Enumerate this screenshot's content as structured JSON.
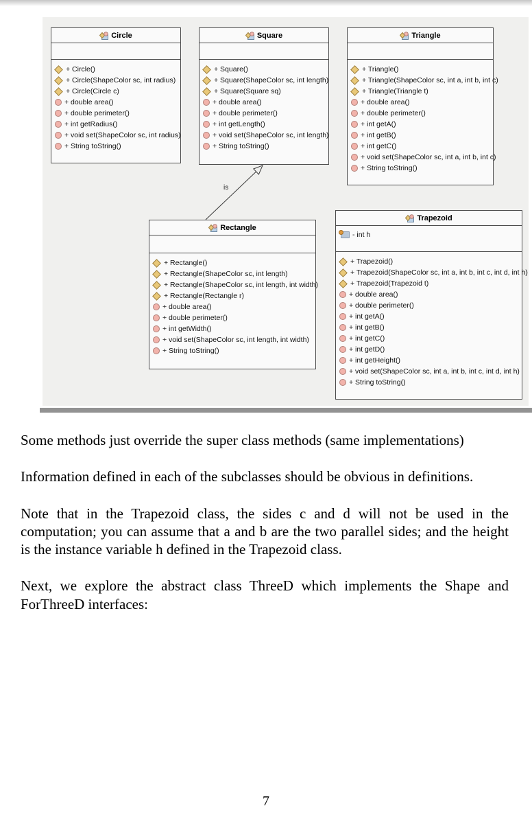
{
  "page": {
    "number": "7",
    "paragraphs": [
      "Some methods just override the super class methods (same implementations)",
      "Information defined in each of the subclasses should be obvious in definitions.",
      "Note that in the Trapezoid class, the sides c and d will not be used in the computation; you can assume that a and b are the two parallel sides; and the height is the instance variable h defined in the Trapezoid class.",
      "Next, we explore the abstract class ThreeD which implements the Shape and ForThreeD interfaces:"
    ]
  },
  "diagram": {
    "relationship_label": "is",
    "classes": [
      {
        "name": "Circle",
        "fields": [],
        "methods": [
          {
            "kind": "ctor",
            "text": "+ Circle()"
          },
          {
            "kind": "ctor",
            "text": "+ Circle(ShapeColor sc, int radius)"
          },
          {
            "kind": "ctor",
            "text": "+ Circle(Circle c)"
          },
          {
            "kind": "method",
            "text": "+ double area()"
          },
          {
            "kind": "method",
            "text": "+ double perimeter()"
          },
          {
            "kind": "method",
            "text": "+ int getRadius()"
          },
          {
            "kind": "method",
            "text": "+ void set(ShapeColor sc, int radius)"
          },
          {
            "kind": "method",
            "text": "+ String toString()"
          }
        ]
      },
      {
        "name": "Square",
        "fields": [],
        "methods": [
          {
            "kind": "ctor",
            "text": "+ Square()"
          },
          {
            "kind": "ctor",
            "text": "+ Square(ShapeColor sc, int length)"
          },
          {
            "kind": "ctor",
            "text": "+ Square(Square sq)"
          },
          {
            "kind": "method",
            "text": "+ double area()"
          },
          {
            "kind": "method",
            "text": "+ double perimeter()"
          },
          {
            "kind": "method",
            "text": "+ int getLength()"
          },
          {
            "kind": "method",
            "text": "+ void set(ShapeColor sc, int length)"
          },
          {
            "kind": "method",
            "text": "+ String toString()"
          }
        ]
      },
      {
        "name": "Triangle",
        "fields": [],
        "methods": [
          {
            "kind": "ctor",
            "text": "+ Triangle()"
          },
          {
            "kind": "ctor",
            "text": "+ Triangle(ShapeColor sc, int a, int b, int c)"
          },
          {
            "kind": "ctor",
            "text": "+ Triangle(Triangle t)"
          },
          {
            "kind": "method",
            "text": "+ double area()"
          },
          {
            "kind": "method",
            "text": "+ double perimeter()"
          },
          {
            "kind": "method",
            "text": "+ int getA()"
          },
          {
            "kind": "method",
            "text": "+ int getB()"
          },
          {
            "kind": "method",
            "text": "+ int getC()"
          },
          {
            "kind": "method",
            "text": "+ void set(ShapeColor sc, int a, int b, int c)"
          },
          {
            "kind": "method",
            "text": "+ String toString()"
          }
        ]
      },
      {
        "name": "Rectangle",
        "fields": [],
        "methods": [
          {
            "kind": "ctor",
            "text": "+ Rectangle()"
          },
          {
            "kind": "ctor",
            "text": "+ Rectangle(ShapeColor sc, int length)"
          },
          {
            "kind": "ctor",
            "text": "+ Rectangle(ShapeColor sc, int length, int width)"
          },
          {
            "kind": "ctor",
            "text": "+ Rectangle(Rectangle r)"
          },
          {
            "kind": "method",
            "text": "+ double area()"
          },
          {
            "kind": "method",
            "text": "+ double perimeter()"
          },
          {
            "kind": "method",
            "text": "+ int getWidth()"
          },
          {
            "kind": "method",
            "text": "+ void set(ShapeColor sc, int length, int width)"
          },
          {
            "kind": "method",
            "text": "+ String toString()"
          }
        ]
      },
      {
        "name": "Trapezoid",
        "fields": [
          {
            "kind": "field",
            "text": "- int h"
          }
        ],
        "methods": [
          {
            "kind": "ctor",
            "text": "+ Trapezoid()"
          },
          {
            "kind": "ctor",
            "text": "+ Trapezoid(ShapeColor sc, int a, int b, int c, int d, int h)"
          },
          {
            "kind": "ctor",
            "text": "+ Trapezoid(Trapezoid t)"
          },
          {
            "kind": "method",
            "text": "+ double area()"
          },
          {
            "kind": "method",
            "text": "+ double perimeter()"
          },
          {
            "kind": "method",
            "text": "+ int getA()"
          },
          {
            "kind": "method",
            "text": "+ int getB()"
          },
          {
            "kind": "method",
            "text": "+ int getC()"
          },
          {
            "kind": "method",
            "text": "+ int getD()"
          },
          {
            "kind": "method",
            "text": "+ int getHeight()"
          },
          {
            "kind": "method",
            "text": "+ void set(ShapeColor sc, int a, int b, int c, int d, int h)"
          },
          {
            "kind": "method",
            "text": "+ String toString()"
          }
        ]
      }
    ]
  },
  "colors": {
    "panel_bg": "#f0f0ee",
    "box_bg": "#fafafa",
    "box_border": "#4d4d4d",
    "constructor_icon": "#e9c878",
    "method_icon": "#f2b3ab",
    "field_icon": "#b9c8d8",
    "field_icon_dot": "#e09a3e",
    "scrollbar": "#929292"
  }
}
